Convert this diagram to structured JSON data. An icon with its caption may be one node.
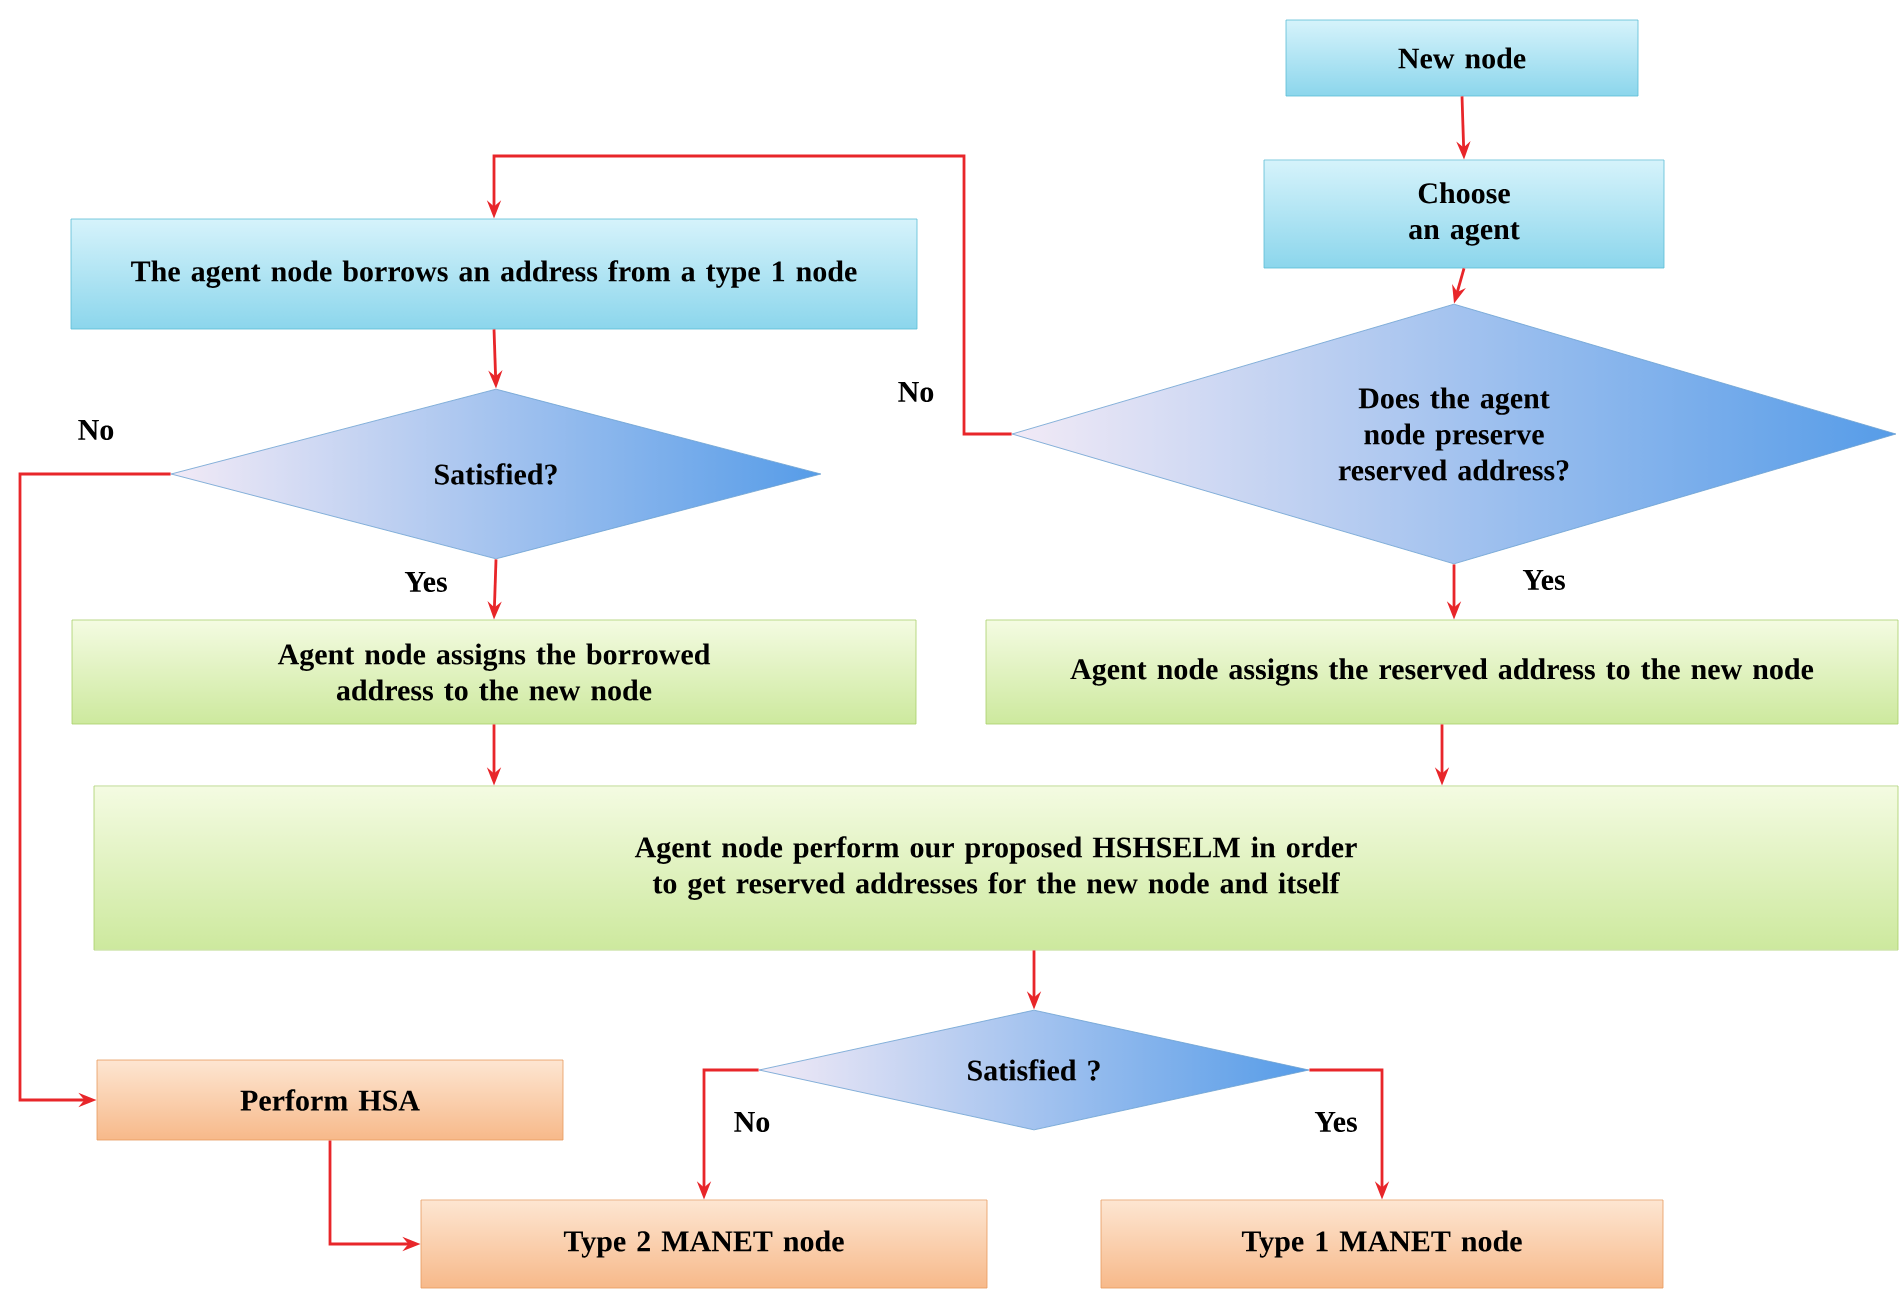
{
  "diagram": {
    "nodes": [
      {
        "text": [
          "New node"
        ]
      },
      {
        "text": [
          "Choose an agent"
        ]
      },
      {
        "text": [
          "Does the agent node preserve reserved address?"
        ]
      },
      {
        "text": [
          "The agent node borrows an address from a type 1 node"
        ]
      },
      {
        "text": [
          "Satisfied?"
        ]
      },
      {
        "text": [
          "Agent node assigns the borrowed address to the new node"
        ]
      },
      {
        "text": [
          "Agent node assigns the reserved address to the new node"
        ]
      },
      {
        "text": [
          "Agent node perform our proposed HSHSELM in order to get reserved addresses for the new node and itself"
        ]
      },
      {
        "text": [
          "Satisfied ?"
        ]
      },
      {
        "text": [
          "Perform HSA"
        ]
      },
      {
        "text": [
          "Type 2 MANET node"
        ]
      },
      {
        "text": [
          "Type 1 MANET node"
        ]
      }
    ],
    "edges": [
      {
        "from": 0,
        "to": 1,
        "arrow": "to"
      },
      {
        "from": 1,
        "to": 2,
        "arrow": "to"
      },
      {
        "from": 2,
        "to": 3,
        "arrow": "to",
        "label": "No"
      },
      {
        "from": 3,
        "to": 4,
        "arrow": "to"
      },
      {
        "from": 4,
        "to": 5,
        "arrow": "to",
        "label": "Yes"
      },
      {
        "from": 4,
        "to": 9,
        "arrow": "to",
        "label": "No"
      },
      {
        "from": 2,
        "to": 6,
        "arrow": "to",
        "label": "Yes"
      },
      {
        "from": 5,
        "to": 7,
        "arrow": "to"
      },
      {
        "from": 6,
        "to": 7,
        "arrow": "to"
      },
      {
        "from": 7,
        "to": 8,
        "arrow": "to"
      },
      {
        "from": 8,
        "to": 10,
        "arrow": "to",
        "label": "No"
      },
      {
        "from": 8,
        "to": 11,
        "arrow": "to",
        "label": "Yes"
      },
      {
        "from": 9,
        "to": 10,
        "arrow": "to"
      }
    ]
  }
}
